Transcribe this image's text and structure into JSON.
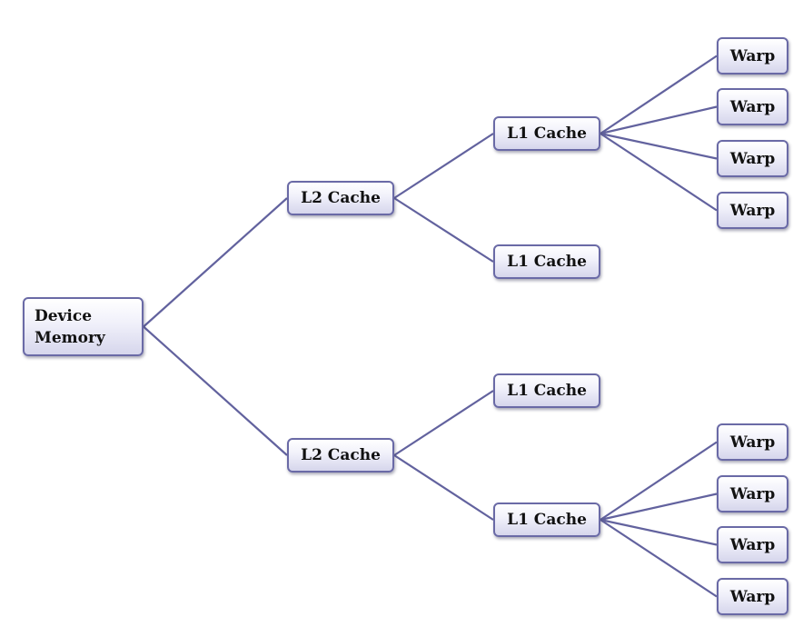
{
  "diagram": {
    "colors": {
      "edge": "#62629e",
      "border": "#6a6aa6",
      "fill_top": "#ffffff",
      "fill_bottom": "#d6d6ec"
    },
    "nodes": [
      {
        "id": "root",
        "label": "Device\nMemory"
      },
      {
        "id": "l2_top",
        "label": "L2 Cache"
      },
      {
        "id": "l2_bottom",
        "label": "L2 Cache"
      },
      {
        "id": "l1_a",
        "label": "L1 Cache"
      },
      {
        "id": "l1_b",
        "label": "L1 Cache"
      },
      {
        "id": "l1_c",
        "label": "L1 Cache"
      },
      {
        "id": "l1_d",
        "label": "L1 Cache"
      },
      {
        "id": "w1",
        "label": "Warp"
      },
      {
        "id": "w2",
        "label": "Warp"
      },
      {
        "id": "w3",
        "label": "Warp"
      },
      {
        "id": "w4",
        "label": "Warp"
      },
      {
        "id": "w5",
        "label": "Warp"
      },
      {
        "id": "w6",
        "label": "Warp"
      },
      {
        "id": "w7",
        "label": "Warp"
      },
      {
        "id": "w8",
        "label": "Warp"
      }
    ],
    "edges": [
      [
        "root",
        "l2_top"
      ],
      [
        "root",
        "l2_bottom"
      ],
      [
        "l2_top",
        "l1_a"
      ],
      [
        "l2_top",
        "l1_b"
      ],
      [
        "l2_bottom",
        "l1_c"
      ],
      [
        "l2_bottom",
        "l1_d"
      ],
      [
        "l1_a",
        "w1"
      ],
      [
        "l1_a",
        "w2"
      ],
      [
        "l1_a",
        "w3"
      ],
      [
        "l1_a",
        "w4"
      ],
      [
        "l1_d",
        "w5"
      ],
      [
        "l1_d",
        "w6"
      ],
      [
        "l1_d",
        "w7"
      ],
      [
        "l1_d",
        "w8"
      ]
    ]
  }
}
